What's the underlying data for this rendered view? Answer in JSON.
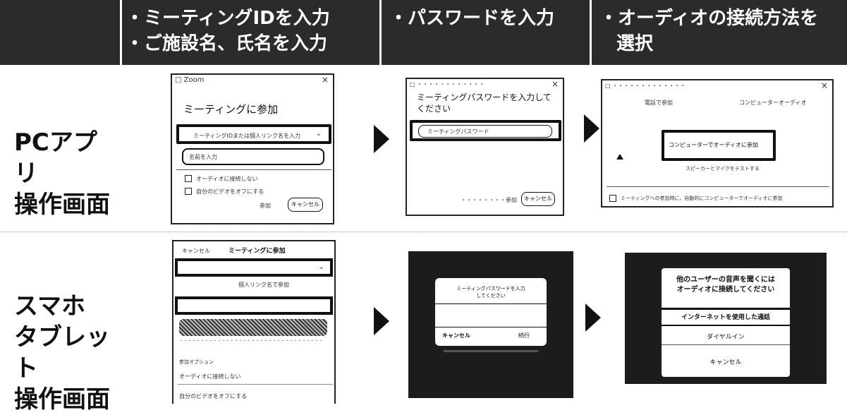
{
  "header": {
    "col1_line1": "・ミーティングIDを入力",
    "col1_line2": "・ご施設名、氏名を入力",
    "col2_line1": "・パスワードを入力",
    "col3_line1": "・オーディオの接続方法を",
    "col3_line2": "選択"
  },
  "rows": {
    "pc_line1": "PCアプリ",
    "pc_line2": "操作画面",
    "mobile_line1": "スマホ",
    "mobile_line2": "タブレット",
    "mobile_line3": "操作画面"
  },
  "pc_join": {
    "title": "ミーティングに参加",
    "id_input": "ミーティングIDまたは個人リンク名を入力",
    "name_input": "名前を入力",
    "opt1": "オーディオに接続しない",
    "opt2": "自分のビデオをオフにする",
    "join": "参加",
    "cancel": "キャンセル"
  },
  "pc_password": {
    "title_line1": "ミーティングパスワードを入力して",
    "title_line2": "ください",
    "input": "ミーティングパスワード",
    "cancel": "キャンセル"
  },
  "pc_audio": {
    "tab1": "電話で参加",
    "tab2": "コンピューターオーディオ",
    "button": "コンピューターでオーディオに参加",
    "test": "スピーカーとマイクをテストする",
    "auto": "ミーティングへの参加時に、自動的にコンピューターでオーディオに参加"
  },
  "mobile_join": {
    "header_left": "キャンセル",
    "header_title": "ミーティングに参加",
    "hint": "個人リンク名で参加",
    "join_options": "参加オプション",
    "opt1": "オーディオに接続しない",
    "opt2": "自分のビデオをオフにする"
  },
  "mobile_password": {
    "prompt_line1": "ミーティングパスワードを入力",
    "prompt_line2": "してください",
    "cancel": "キャンセル",
    "ok": "続行"
  },
  "mobile_audio": {
    "title_line1": "他のユーザーの音声を聞くには",
    "title_line2": "オーディオに接続してください",
    "opt1": "インターネットを使用した通話",
    "opt2": "ダイヤルイン",
    "opt3": "キャンセル"
  }
}
